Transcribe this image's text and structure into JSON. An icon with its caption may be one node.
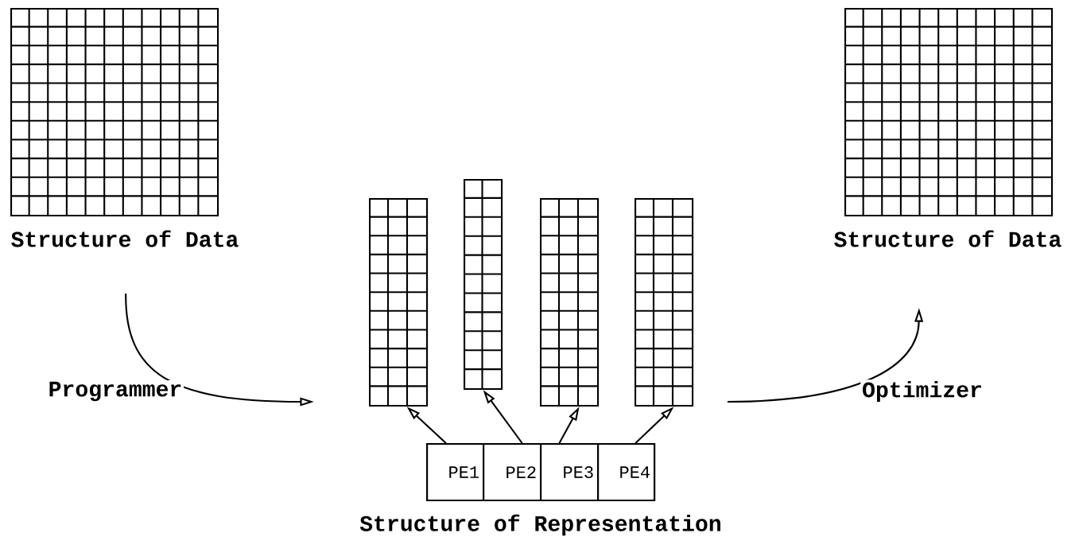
{
  "diagram": {
    "nodes": [
      {
        "text": [
          "Structure of Data"
        ]
      },
      {
        "text": [
          "Structure of Data"
        ]
      },
      {
        "text": [],
        "shape": "box"
      },
      {
        "text": [],
        "shape": "box"
      },
      {
        "text": [],
        "shape": "box"
      },
      {
        "text": [],
        "shape": "box"
      },
      {
        "text": [
          "Structure of Representation"
        ]
      },
      {
        "text": [
          "PE1"
        ],
        "in": 6
      },
      {
        "text": [
          "PE2"
        ],
        "in": 6
      },
      {
        "text": [
          "PE3"
        ],
        "in": 6
      },
      {
        "text": [
          "PE4"
        ],
        "in": 6
      }
    ],
    "edges": [
      {
        "from": 0,
        "to": null,
        "arrow": "to",
        "label": "Programmer"
      },
      {
        "from": 7,
        "to": 2,
        "arrow": "to"
      },
      {
        "from": 8,
        "to": 3,
        "arrow": "to"
      },
      {
        "from": 9,
        "to": 4,
        "arrow": "to"
      },
      {
        "from": 10,
        "to": 5,
        "arrow": "to"
      },
      {
        "from": null,
        "to": 1,
        "arrow": "to",
        "label": "Optimizer"
      }
    ]
  }
}
